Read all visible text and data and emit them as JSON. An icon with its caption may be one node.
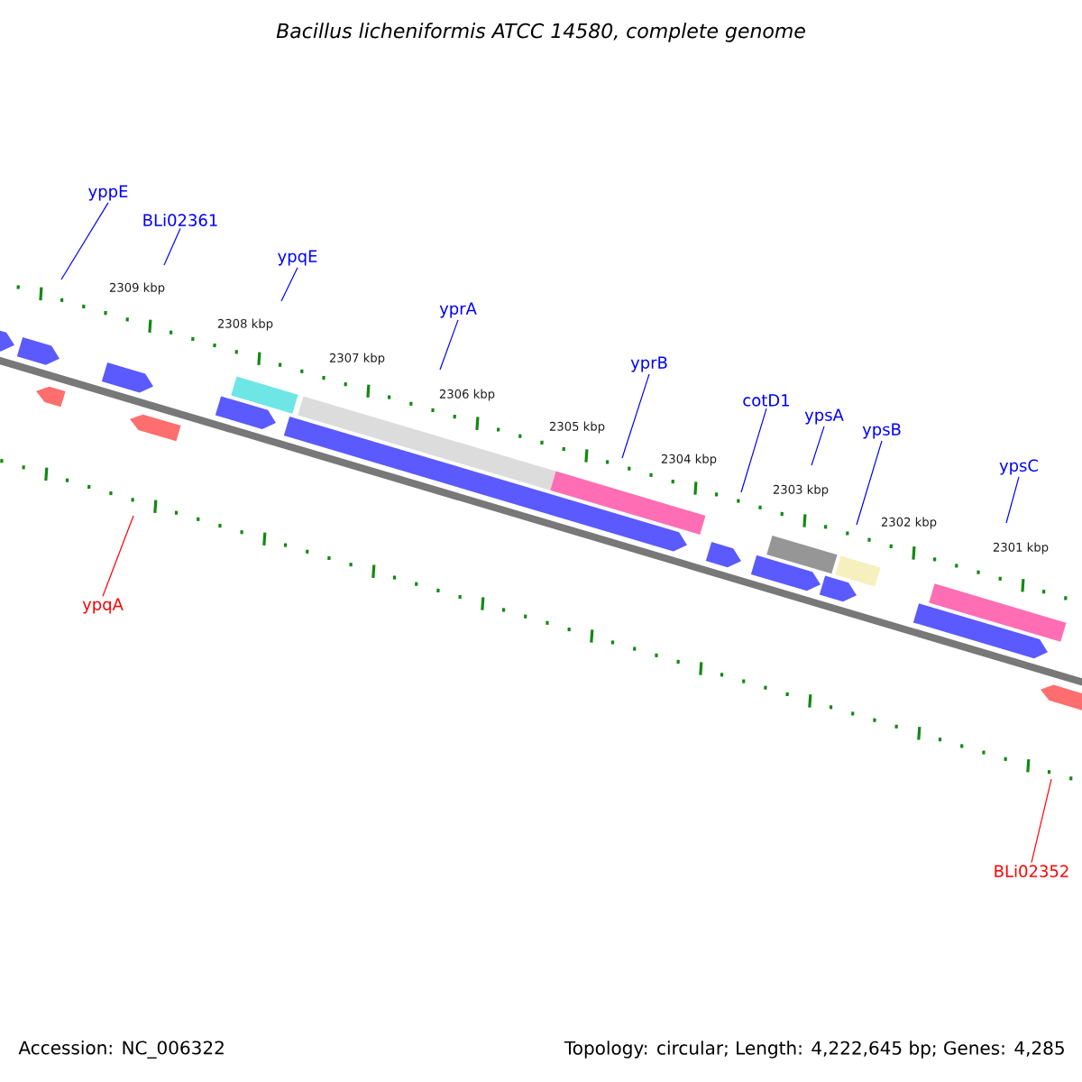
{
  "diagram": {
    "title": "*Bacillus licheniformis* ATCC 14580, complete genome",
    "nodes": [
      {
        "text": [
          "yppE"
        ]
      },
      {
        "text": [
          "BLi02361"
        ]
      },
      {
        "text": [
          "ypqE"
        ]
      },
      {
        "text": [
          "yprA"
        ]
      },
      {
        "text": [
          "yprB"
        ]
      },
      {
        "text": [
          "cotD1"
        ]
      },
      {
        "text": [
          "ypsA"
        ]
      },
      {
        "text": [
          "ypsB"
        ]
      },
      {
        "text": [
          "ypsC"
        ]
      },
      {
        "text": [
          "ypqA"
        ]
      },
      {
        "text": [
          "BLi02352"
        ]
      }
    ],
    "edges": [
      {
        "from": 0,
        "to": null,
        "arrow": "none"
      },
      {
        "from": 1,
        "to": null,
        "arrow": "none"
      },
      {
        "from": 2,
        "to": null,
        "arrow": "none"
      },
      {
        "from": 3,
        "to": null,
        "arrow": "none"
      },
      {
        "from": 4,
        "to": null,
        "arrow": "none"
      },
      {
        "from": 5,
        "to": null,
        "arrow": "none"
      },
      {
        "from": 6,
        "to": null,
        "arrow": "none"
      },
      {
        "from": 7,
        "to": null,
        "arrow": "none"
      },
      {
        "from": 8,
        "to": null,
        "arrow": "none"
      },
      {
        "from": 9,
        "to": null,
        "arrow": "none",
        "color": "#ff0000"
      },
      {
        "from": 10,
        "to": null,
        "arrow": "none",
        "color": "#ff0000"
      }
    ],
    "labels": [
      "2309 kbp",
      "2308 kbp",
      "2307 kbp",
      "2306 kbp",
      "2305 kbp",
      "2304 kbp",
      "2303 kbp",
      "2302 kbp",
      "2301 kbp",
      "Accession: NC_006322",
      "Topology: circular; Length: 4,222,645 bp; Genes: 4,285"
    ]
  }
}
